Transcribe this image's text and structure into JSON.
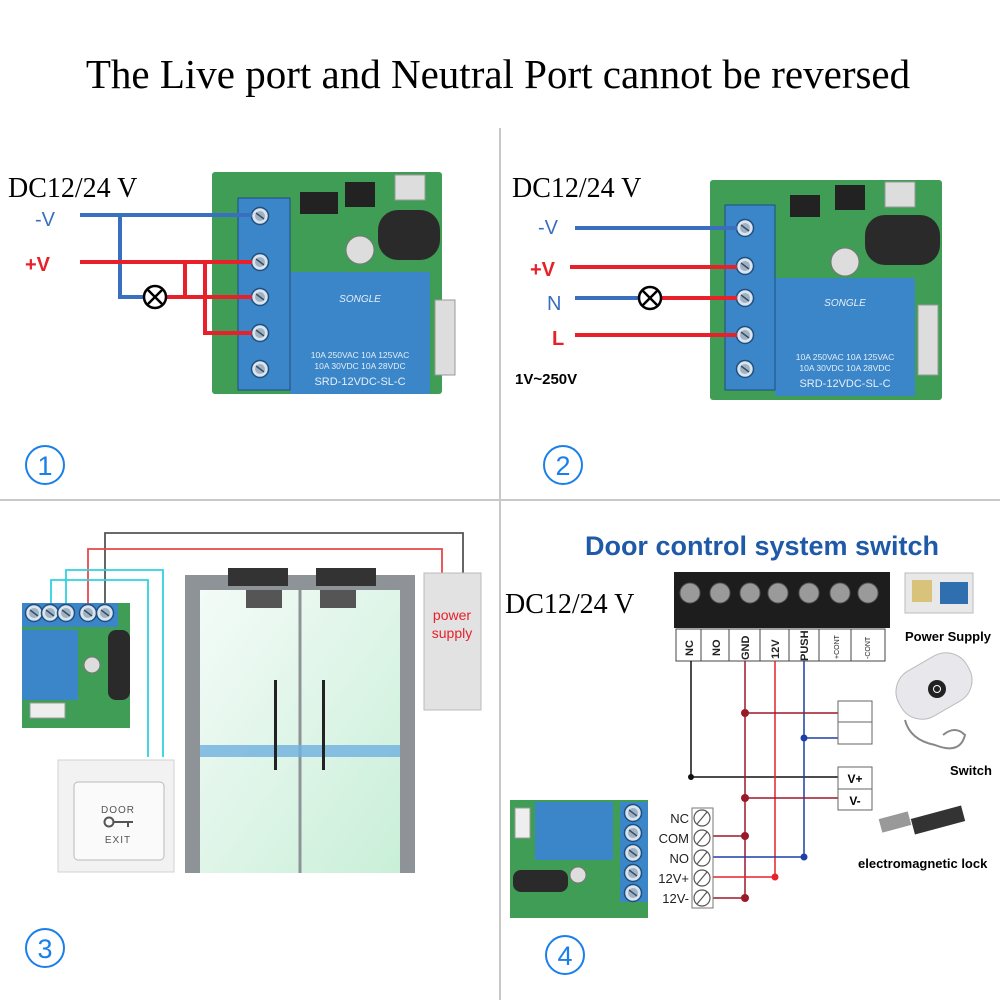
{
  "title": "The Live port and Neutral Port cannot be reversed",
  "colors": {
    "blue_wire": "#3a6fc0",
    "red_wire": "#e8202a",
    "dark_red_wire": "#9b1a2a",
    "number_blue": "#1a7fe8",
    "board_blue": "#3b86c8",
    "pcb_green": "#3d9a4e",
    "title_blue": "#1f5aa8"
  },
  "panel1": {
    "number": "1",
    "voltage": "DC12/24 V",
    "neg": "-V",
    "pos": "+V",
    "relay": {
      "brand": "SONGLE",
      "line1": "10A 250VAC  10A 125VAC",
      "line2": "10A  30VDC  10A  28VDC",
      "model": "SRD-12VDC-SL-C"
    },
    "lamp_icon": "lamp-icon"
  },
  "panel2": {
    "number": "2",
    "voltage": "DC12/24 V",
    "neg": "-V",
    "pos": "+V",
    "n": "N",
    "l": "L",
    "range": "1V~250V",
    "relay": {
      "brand": "SONGLE",
      "line1": "10A 250VAC  10A 125VAC",
      "line2": "10A  30VDC  10A  28VDC",
      "model": "SRD-12VDC-SL-C"
    }
  },
  "panel3": {
    "number": "3",
    "power_supply": [
      "power",
      "supply"
    ],
    "exit_button": {
      "top": "DOOR",
      "bottom": "EXIT"
    }
  },
  "panel4": {
    "number": "4",
    "title": "Door control system switch",
    "voltage": "DC12/24 V",
    "controller_terminals": [
      "NC",
      "NO",
      "GND",
      "12V",
      "PUSH",
      "+CONT",
      "-CONT"
    ],
    "relay_terminals": [
      "NC",
      "COM",
      "NO",
      "12V+",
      "12V-"
    ],
    "lock_terminals": [
      "V+",
      "V-"
    ],
    "power_supply_label": "Power Supply",
    "switch_label": "Switch",
    "lock_label": "electromagnetic lock"
  }
}
